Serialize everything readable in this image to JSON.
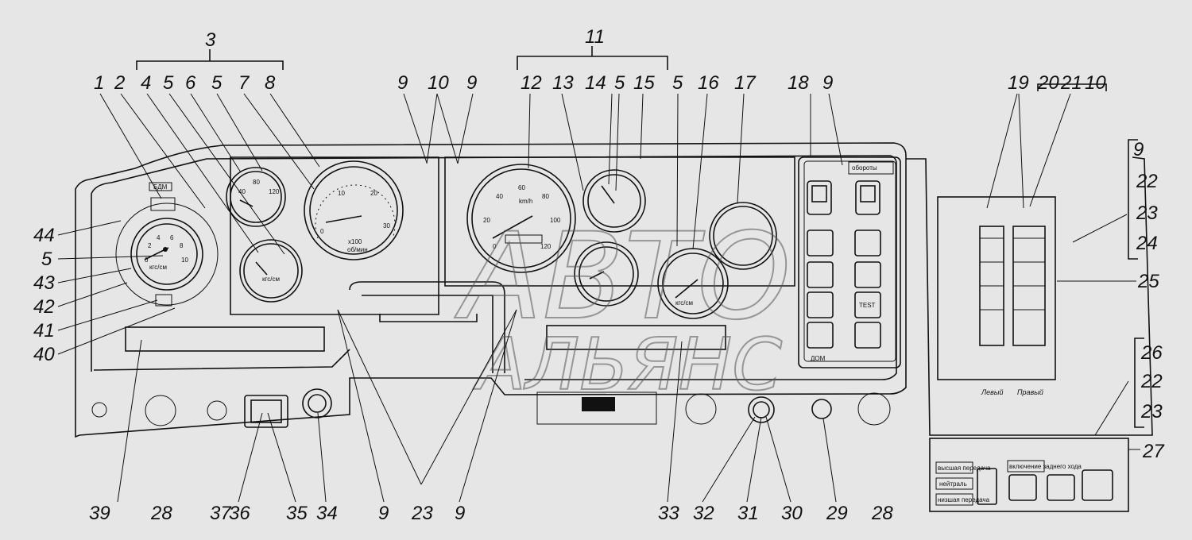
{
  "callouts": {
    "top": [
      "1",
      "2",
      "4",
      "5",
      "6",
      "5",
      "7",
      "8",
      "9",
      "10",
      "9",
      "12",
      "13",
      "14",
      "5",
      "15",
      "5",
      "16",
      "17",
      "18",
      "9",
      "19",
      "20",
      "21",
      "10"
    ],
    "group_top": [
      "3",
      "11"
    ],
    "left": [
      "44",
      "5",
      "43",
      "42",
      "41",
      "40"
    ],
    "bottom": [
      "39",
      "28",
      "37",
      "36",
      "35",
      "34",
      "9",
      "23",
      "9",
      "33",
      "32",
      "31",
      "30",
      "29",
      "28"
    ],
    "right": [
      "9",
      "22",
      "23",
      "24",
      "25",
      "26",
      "22",
      "23",
      "27"
    ]
  },
  "gauge_text": {
    "tacho_unit_top": "x100",
    "tacho_unit_bottom": "об/мин",
    "speed_unit": "km/h",
    "pressure_unit": "кгс/см",
    "test_button": "TEST",
    "bdm_label": "БДМ",
    "dom_label": "ДОМ",
    "oboroty_label": "обороты",
    "fuse_left": "Левый",
    "fuse_right": "Правый",
    "gear_high": "высшая передача",
    "gear_neutral": "нейтраль",
    "gear_low": "низшая передача",
    "reverse_label": "включение заднего хода"
  },
  "scale_text": {
    "tacho": [
      "0",
      "10",
      "20",
      "30"
    ],
    "speedo": [
      "0",
      "20",
      "40",
      "60",
      "80",
      "100",
      "120"
    ],
    "temp": [
      "40",
      "80",
      "120"
    ],
    "press": [
      "0",
      "2",
      "4",
      "6",
      "8",
      "10"
    ]
  },
  "watermark": {
    "line1": "АВТО",
    "line2": "АЛЬЯНС"
  }
}
